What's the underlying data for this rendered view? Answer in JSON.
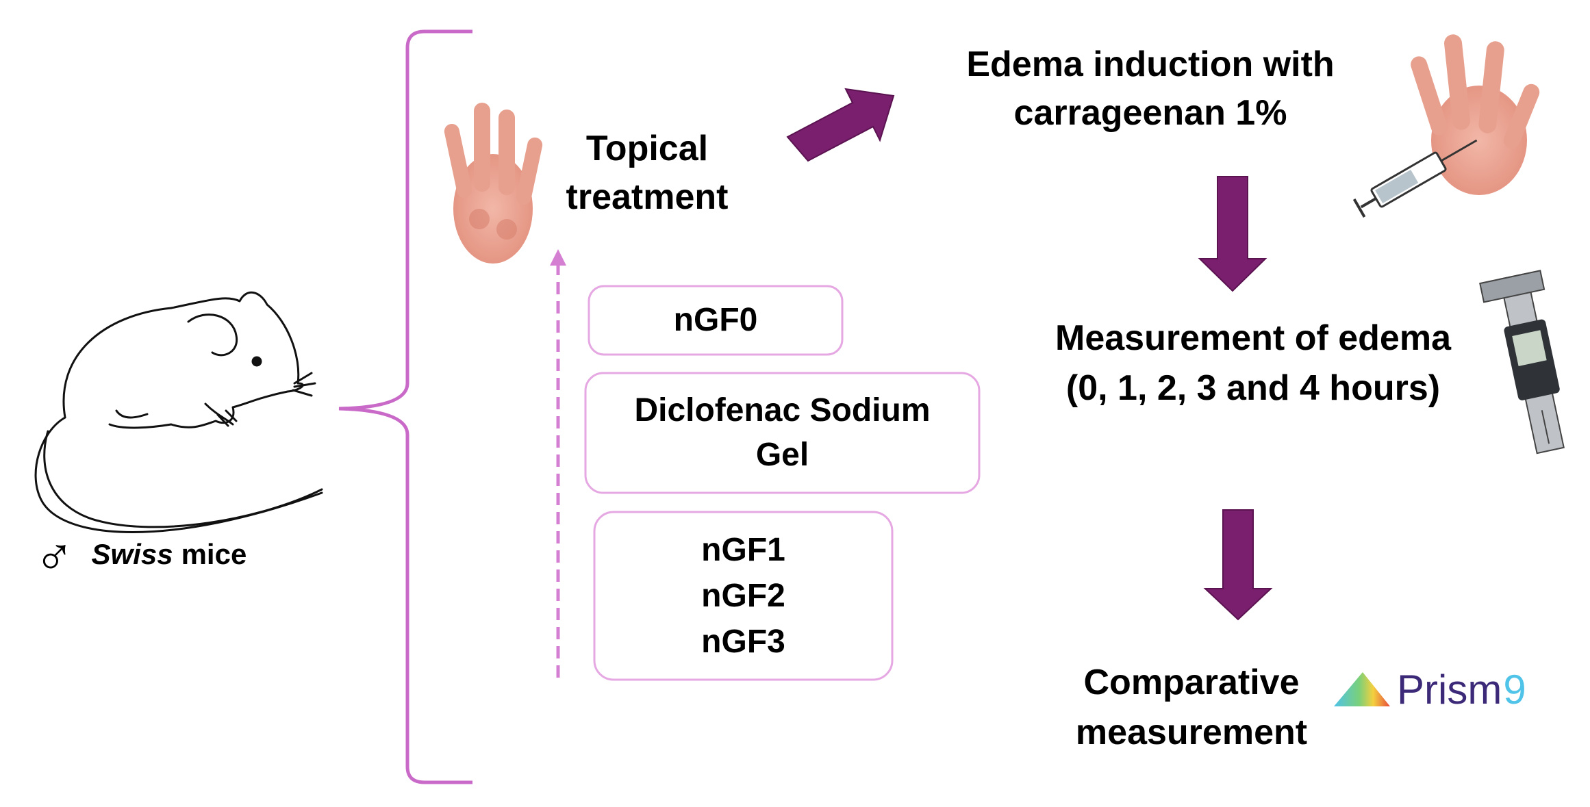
{
  "subject": {
    "male_symbol": "♂",
    "strain": "Swiss",
    "species": "mice"
  },
  "treatment": {
    "title_line1": "Topical",
    "title_line2": "treatment",
    "groups": [
      {
        "lines": [
          "nGF0"
        ]
      },
      {
        "lines": [
          "Diclofenac Sodium",
          "Gel"
        ]
      },
      {
        "lines": [
          "nGF1",
          "nGF2",
          "nGF3"
        ]
      }
    ]
  },
  "steps": {
    "induction_line1": "Edema induction with",
    "induction_line2": "carrageenan 1%",
    "measurement_line1": "Measurement of edema",
    "measurement_line2": "(0, 1, 2, 3 and 4 hours)",
    "comparison_line1": "Comparative",
    "comparison_line2": "measurement"
  },
  "software": {
    "name": "Prism",
    "version": "9"
  },
  "colors": {
    "arrow": "#7a1f6e",
    "bracket": "#c96ac8",
    "box_border": "#e6a8e3",
    "prism_text": "#3c2a78",
    "prism_version": "#4fc3e8",
    "skin": "#eaa08f"
  }
}
